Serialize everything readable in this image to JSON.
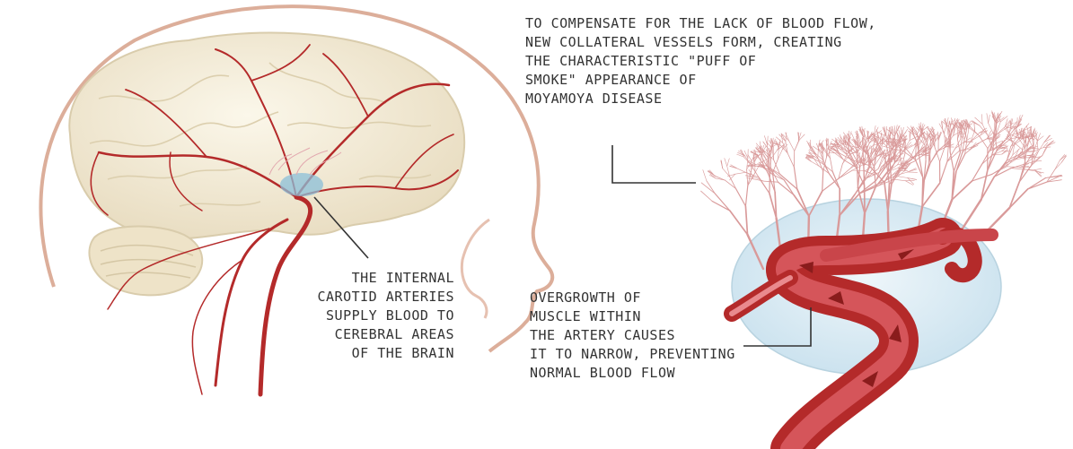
{
  "labels": {
    "collateral_vessels": "TO COMPENSATE FOR THE LACK OF BLOOD FLOW,\nNEW COLLATERAL VESSELS FORM, CREATING\nTHE CHARACTERISTIC \"PUFF OF\nSMOKE\" APPEARANCE OF\nMOYAMOYA DISEASE",
    "internal_carotid": "THE INTERNAL\nCAROTID ARTERIES\nSUPPLY BLOOD TO\nCEREBRAL AREAS\nOF THE BRAIN",
    "muscle_overgrowth": "OVERGROWTH OF\nMUSCLE WITHIN\nTHE ARTERY CAUSES\nIT TO NARROW, PREVENTING\nNORMAL BLOOD FLOW"
  },
  "colors": {
    "artery": "#b42a2a",
    "artery_light": "#d5555a",
    "brain": "#f3ecd8",
    "brain_outline": "#d9ccac",
    "head_outline": "#dcae9a",
    "collateral": "#d99a9a",
    "bubble": "#d7eaf3",
    "leader": "#333333"
  }
}
